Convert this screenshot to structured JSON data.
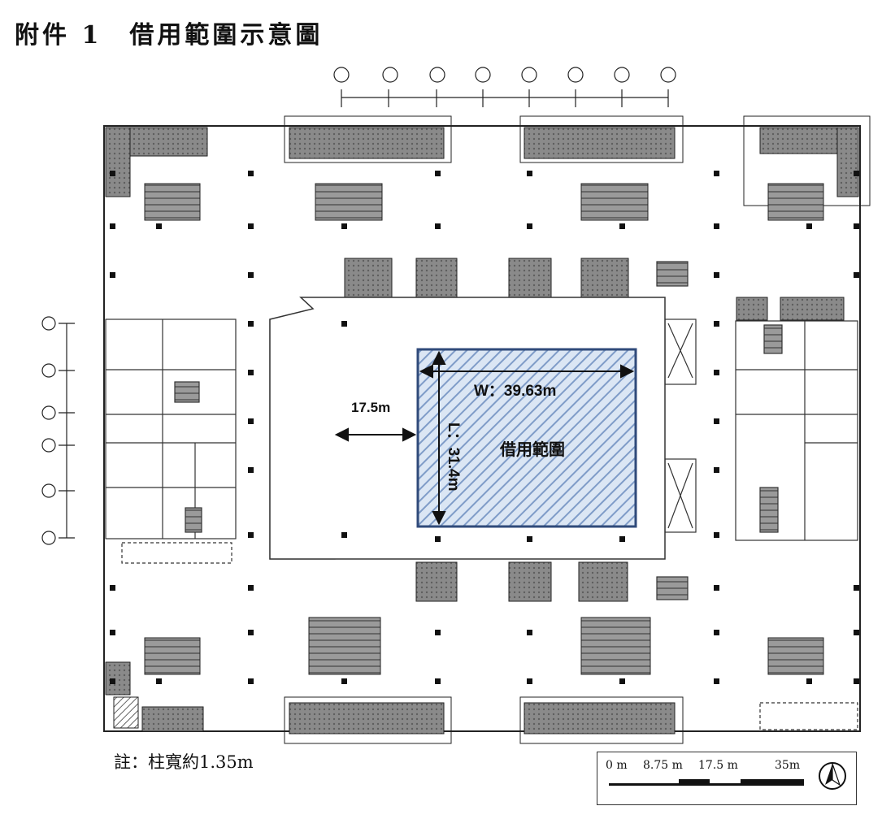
{
  "title": "附件 1　借用範圍示意圖",
  "borrow_area": {
    "label": "借用範圍",
    "width_label": "W：39.63m",
    "length_label": "L：31.4m",
    "offset_label": "17.5m",
    "fill_color": "#d7e3f2",
    "border_color": "#2f4a7a"
  },
  "note": "註：柱寬約1.35m",
  "scale": {
    "labels": [
      "0 m",
      "8.75 m",
      "17.5 m",
      "35m"
    ]
  },
  "north_icon": "north-arrow-icon"
}
